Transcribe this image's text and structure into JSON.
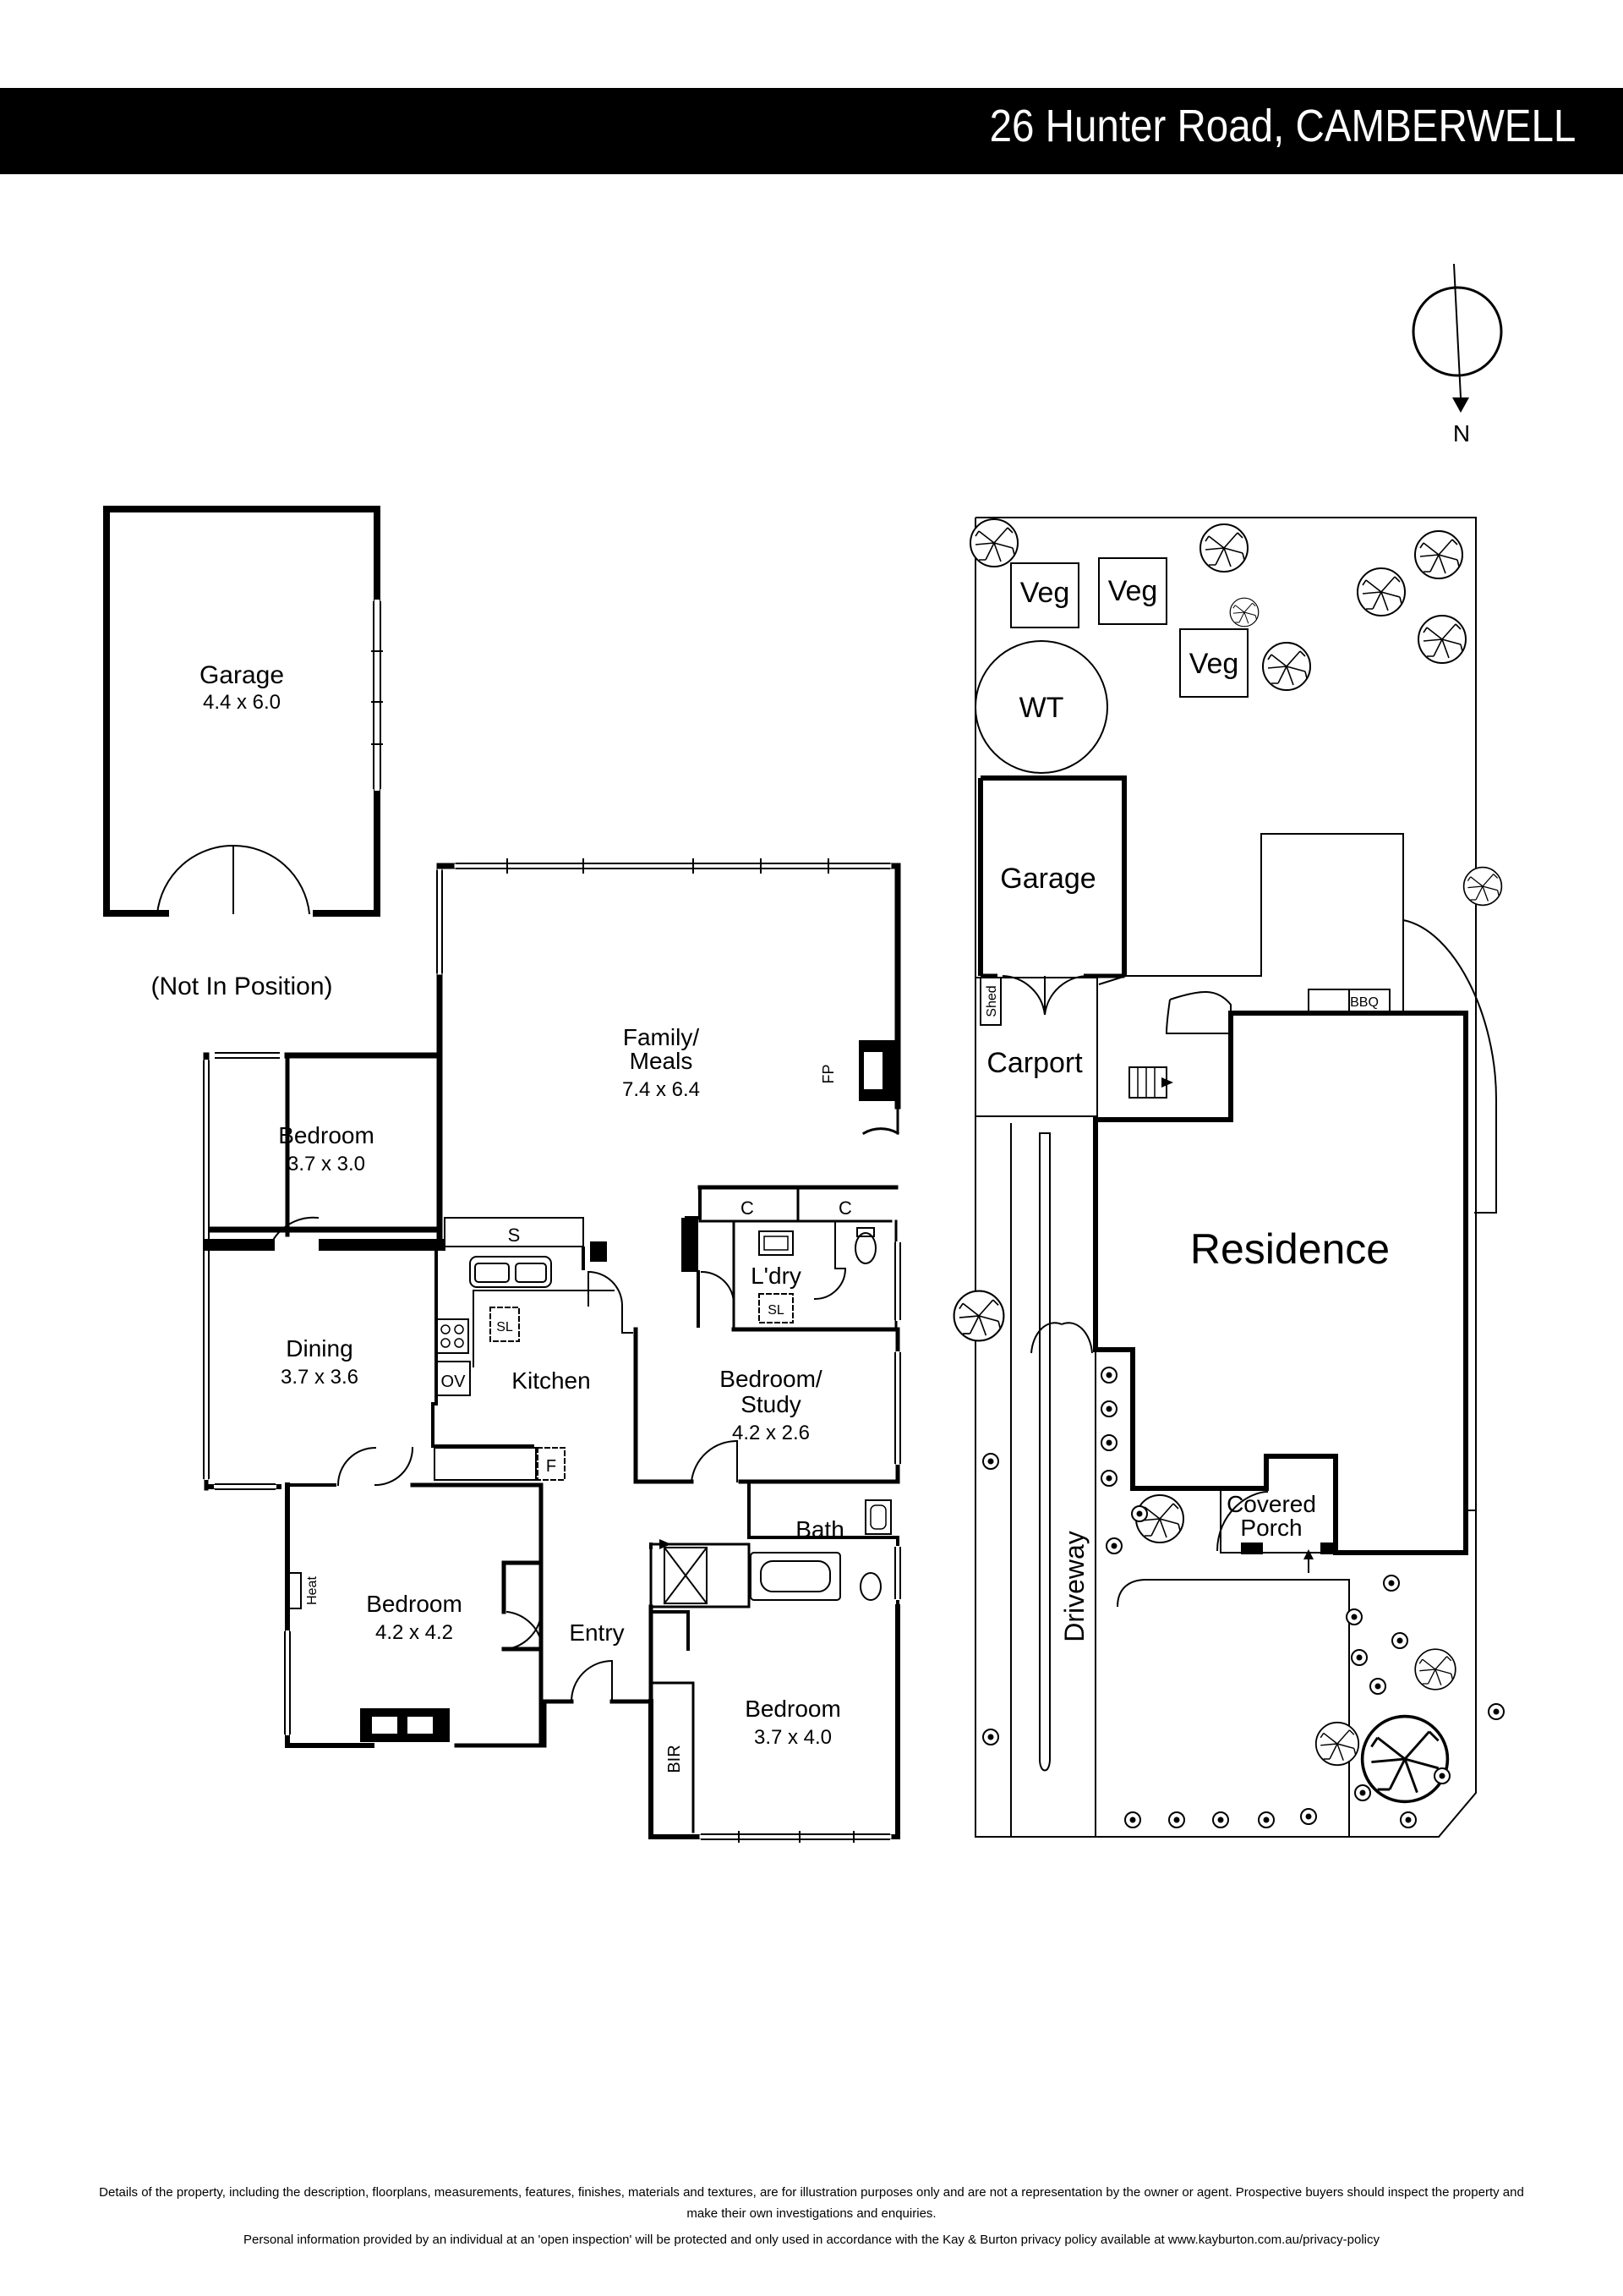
{
  "header": {
    "address": "26 Hunter Road, CAMBERWELL"
  },
  "compass": {
    "north_label": "N"
  },
  "floor_plan": {
    "garage_name": "Garage",
    "garage_size": "4.4 x 6.0",
    "garage_note": "(Not In Position)",
    "family_name_1": "Family/",
    "family_name_2": "Meals",
    "family_size": "7.4 x 6.4",
    "fireplace": "FP",
    "bedroom_nw_name": "Bedroom",
    "bedroom_nw_size": "3.7 x 3.0",
    "dining_name": "Dining",
    "dining_size": "3.7 x 3.6",
    "kitchen_name": "Kitchen",
    "sink": "S",
    "sl_kitchen": "SL",
    "oven": "OV",
    "fridge": "F",
    "cupboard_1": "C",
    "cupboard_2": "C",
    "laundry_name": "L'dry",
    "sl_laundry": "SL",
    "study_name_1": "Bedroom/",
    "study_name_2": "Study",
    "study_size": "4.2 x 2.6",
    "bath_name": "Bath",
    "bedroom_sw_name": "Bedroom",
    "bedroom_sw_size": "4.2 x 4.2",
    "heat": "Heat",
    "entry_name": "Entry",
    "bedroom_se_name": "Bedroom",
    "bedroom_se_size": "3.7 x 4.0",
    "bir": "BIR"
  },
  "site_plan": {
    "veg_1": "Veg",
    "veg_2": "Veg",
    "veg_3": "Veg",
    "water_tank": "WT",
    "garage": "Garage",
    "shed": "Shed",
    "carport": "Carport",
    "bbq": "BBQ",
    "residence": "Residence",
    "covered_porch_1": "Covered",
    "covered_porch_2": "Porch",
    "driveway": "Driveway"
  },
  "footer": {
    "disclaimer": "Details of the property, including the description, floorplans, measurements, features, finishes, materials and textures, are for illustration purposes only and are not a representation by the owner or agent.  Prospective buyers should inspect the property and make their own investigations and enquiries.",
    "privacy": "Personal information provided by an individual at an 'open inspection' will be protected and only used in accordance with the Kay & Burton privacy policy available at www.kayburton.com.au/privacy-policy"
  }
}
